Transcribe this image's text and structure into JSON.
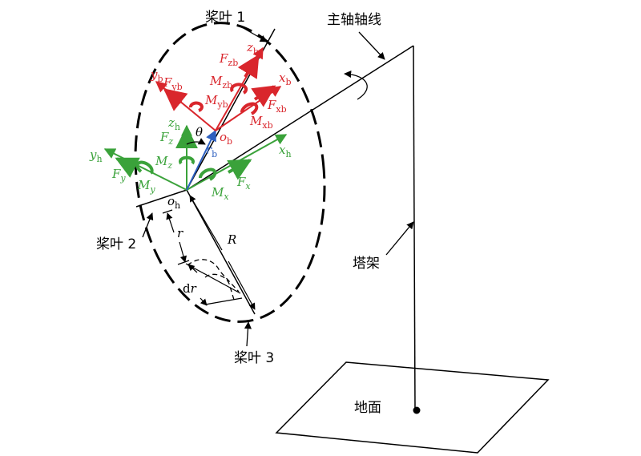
{
  "labels": {
    "blade1": "桨叶 1",
    "blade2": "桨叶 2",
    "blade3": "桨叶 3",
    "main_shaft": "主轴轴线",
    "tower": "塔架",
    "ground": "地面"
  },
  "symbols": {
    "F": "F",
    "M": "M",
    "x": "x",
    "y": "y",
    "z": "z",
    "o": "o",
    "r": "r",
    "R": "R",
    "theta": "θ",
    "d": "d",
    "sub_b": "b",
    "sub_h": "h",
    "sub_xb": "xb",
    "sub_yb": "yb",
    "sub_zb": "zb",
    "sub_x": "x",
    "sub_y": "y",
    "sub_z": "z"
  },
  "colors": {
    "blade_frame": "#d9262c",
    "hub_frame": "#3aa23a",
    "radius_vector": "#2c5fbf",
    "structure": "#000000"
  }
}
